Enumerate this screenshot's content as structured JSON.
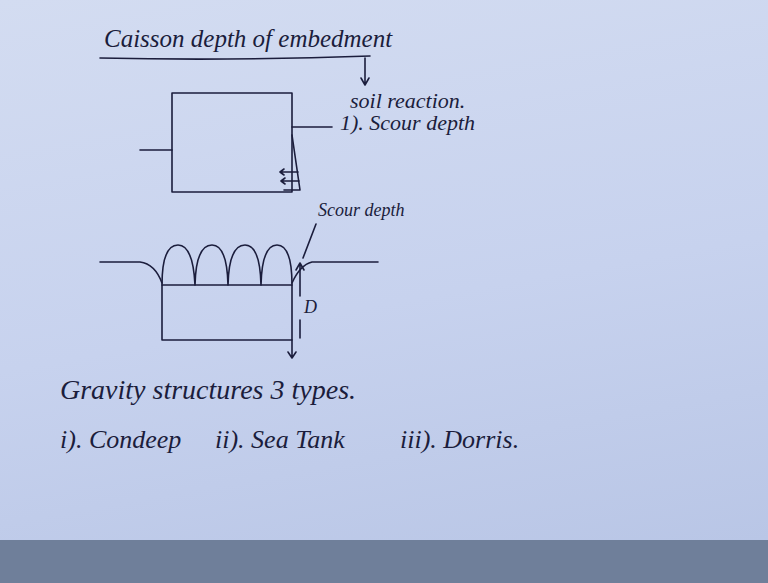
{
  "diagram": {
    "title": "Caisson depth of embedment",
    "labels": [
      "soil reaction.",
      "1). Scour depth",
      "Scour depth",
      "D",
      "Gravity structures 3 types.",
      "i). Condeep",
      "ii). Sea Tank",
      "iii). Dorris."
    ]
  }
}
